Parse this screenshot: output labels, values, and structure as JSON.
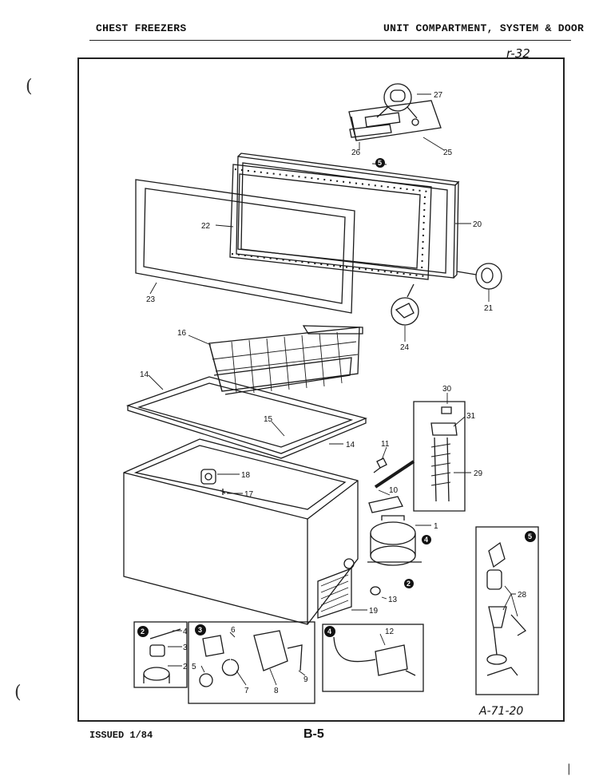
{
  "header": {
    "left": "CHEST FREEZERS",
    "right": "UNIT COMPARTMENT, SYSTEM & DOOR",
    "page_ref": "r-32"
  },
  "footer": {
    "issued": "ISSUED 1/84",
    "page": "B-5",
    "diagram_code": "A-71-20"
  },
  "badges": [
    "2",
    "3",
    "4",
    "5"
  ],
  "callouts": [
    "1",
    "2",
    "3",
    "4",
    "5",
    "6",
    "7",
    "8",
    "9",
    "10",
    "11",
    "12",
    "13",
    "14",
    "15",
    "16",
    "17",
    "18",
    "19",
    "20",
    "21",
    "22",
    "23",
    "24",
    "25",
    "26",
    "27",
    "28",
    "29",
    "30",
    "31"
  ],
  "margin_marks": [
    "(",
    "(",
    "|"
  ]
}
